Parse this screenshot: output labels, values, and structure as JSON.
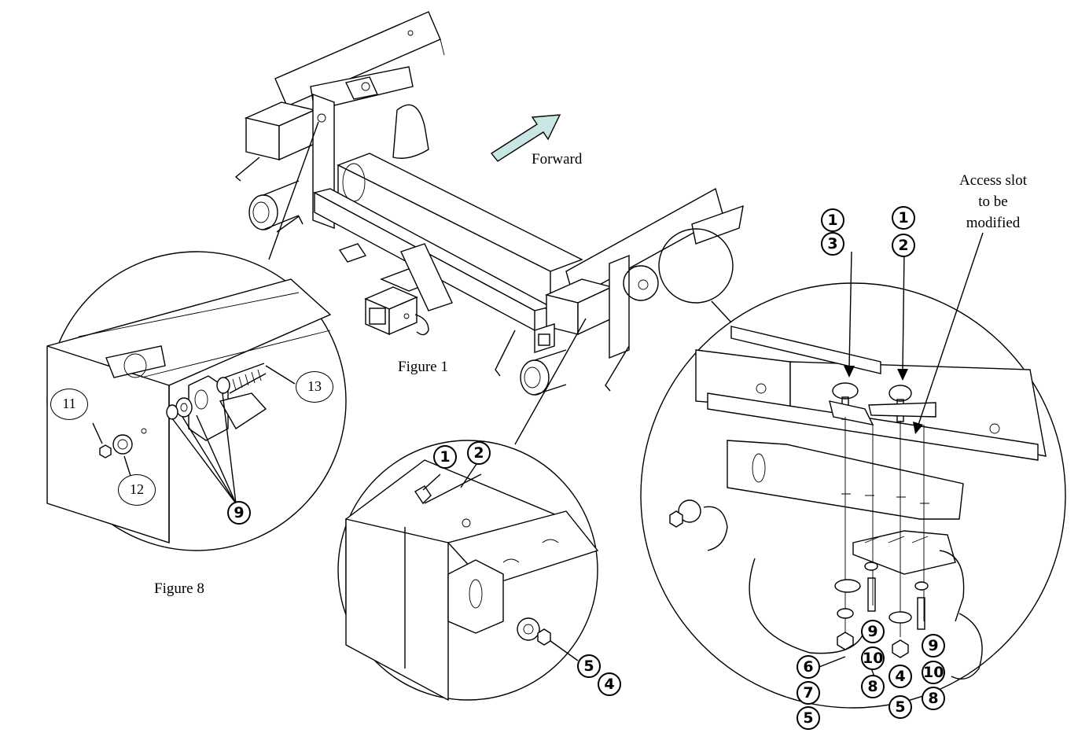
{
  "labels": {
    "forward": "Forward",
    "figure1": "Figure 1",
    "figure8": "Figure 8",
    "access_line1": "Access slot",
    "access_line2": "to be",
    "access_line3": "modified"
  },
  "colors": {
    "arrow_fill": "#c8e6e4",
    "line": "#000000"
  },
  "left_callouts": {
    "c11": "11",
    "c12": "12",
    "c13": "13",
    "c9": "9"
  },
  "mid_callouts": {
    "c1": "1",
    "c2": "2",
    "c5": "5",
    "c4": "4"
  },
  "right_callouts": {
    "top_a1": "1",
    "top_a3": "3",
    "top_b1": "1",
    "top_b2": "2",
    "c9a": "9",
    "c10a": "10",
    "c6": "6",
    "c7": "7",
    "c5a": "5",
    "c8a": "8",
    "c4": "4",
    "c9b": "9",
    "c10b": "10",
    "c8b": "8",
    "c5b": "5"
  }
}
